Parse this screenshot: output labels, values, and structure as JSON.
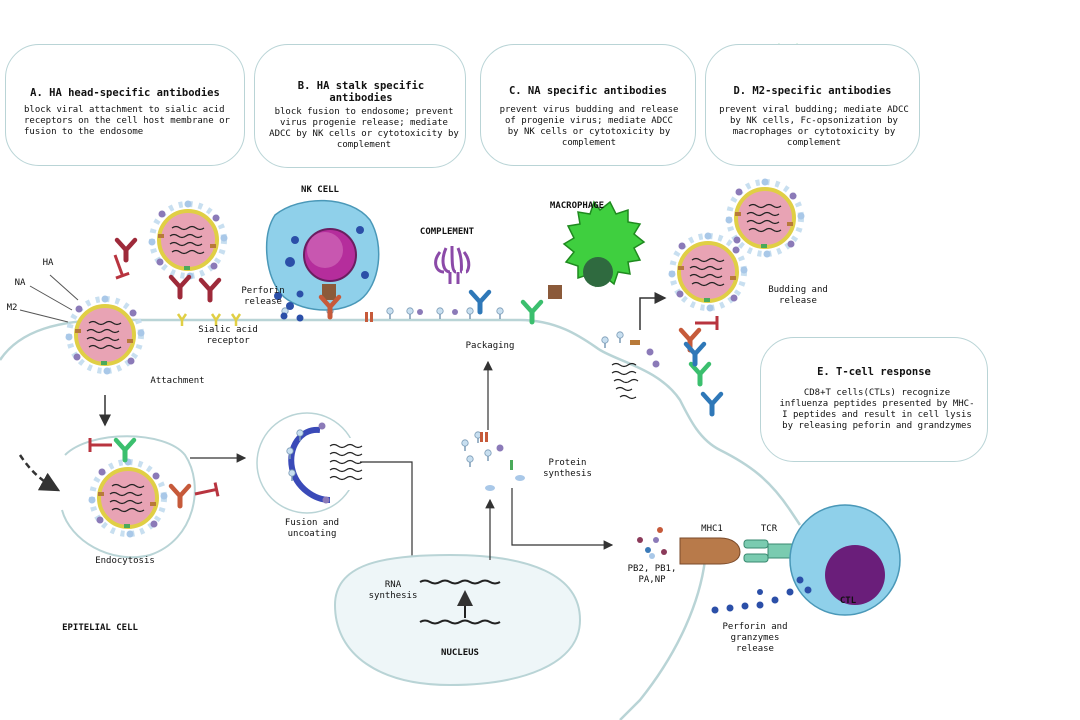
{
  "boxes": {
    "a": {
      "title": "A. HA head-specific antibodies",
      "body": "block viral attachment to sialic acid receptors on the cell host membrane or fusion to the endosome"
    },
    "b": {
      "title": "B. HA stalk specific antibodies",
      "body": "block fusion to endosome; prevent virus progenie release; mediate ADCC by NK cells or cytotoxicity by complement"
    },
    "c": {
      "title": "C. NA specific antibodies",
      "body": "prevent virus budding and release of progenie virus; mediate ADCC by NK cells or cytotoxicity by complement"
    },
    "d": {
      "title": "D. M2-specific antibodies",
      "body": "prevent viral budding; mediate ADCC by NK cells, Fc-opsonization by macrophages or cytotoxicity by complement"
    },
    "e": {
      "title": "E. T-cell response",
      "body": "CD8+T cells(CTLs) recognize influenza peptides presented by MHC-I peptides and result in cell lysis by releasing peforin and grandzymes"
    }
  },
  "labels": {
    "ha": "HA",
    "na": "NA",
    "m2": "M2",
    "attachment": "Attachment",
    "sialic": "Sialic acid receptor",
    "perforin_release": "Perforin release",
    "nk_cell": "NK CELL",
    "complement": "COMPLEMENT",
    "macrophage": "MACROPHAGE",
    "packaging": "Packaging",
    "budding": "Budding and release",
    "endocytosis": "Endocytosis",
    "fusion": "Fusion and uncoating",
    "protein_synthesis": "Protein synthesis",
    "rna_synthesis": "RNA synthesis",
    "nucleus": "NUCLEUS",
    "epitelial": "EPITELIAL CELL",
    "mhc1": "MHC1",
    "tcr": "TCR",
    "peptides": "PB2, PB1, PA,NP",
    "ctl": "CTL",
    "perforin_granzymes": "Perforin and granzymes release"
  },
  "colors": {
    "virus_fill": "#e8a3b4",
    "virus_ring": "#e0cf45",
    "ha_antibody": "#9e2a3a",
    "stalk_antibody": "#c65a3a",
    "na_antibody": "#2f78b8",
    "m2_antibody": "#3bbf6e",
    "nk_cell": "#8fd0ea",
    "nucleus_purple": "#b52d9c",
    "macrophage": "#3fcf3f",
    "membrane": "#b9d4d6",
    "inhibit": "#b8343f"
  }
}
